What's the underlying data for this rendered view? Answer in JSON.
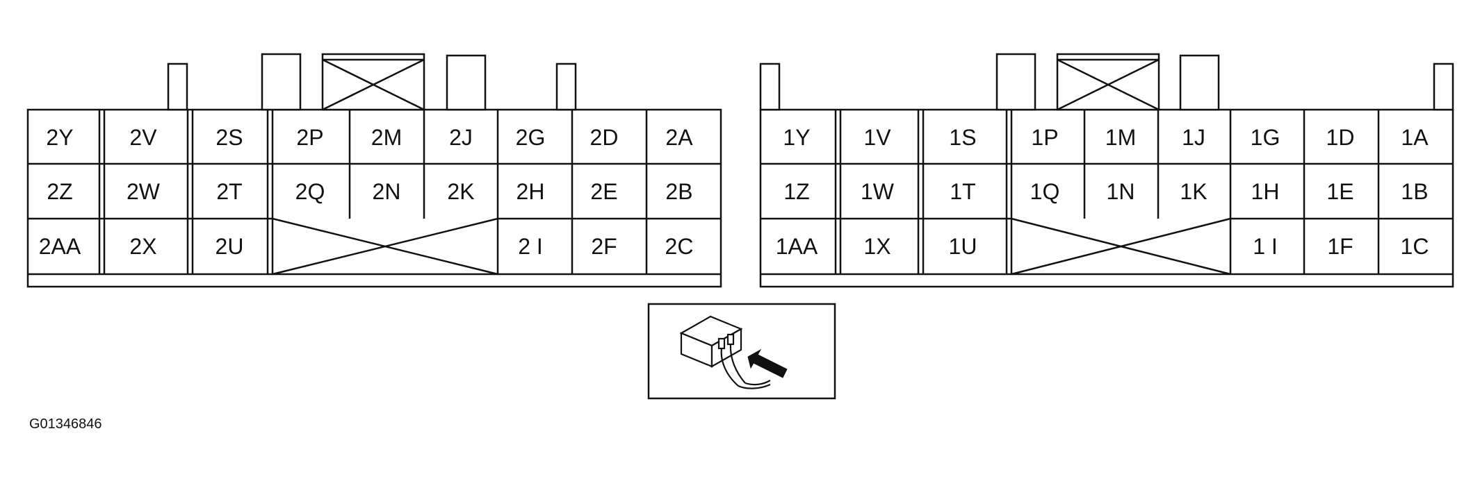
{
  "connector_2": {
    "rows": [
      [
        "2Y",
        "2V",
        "2S",
        "2P",
        "2M",
        "2J",
        "2G",
        "2D",
        "2A"
      ],
      [
        "2Z",
        "2W",
        "2T",
        "2Q",
        "2N",
        "2K",
        "2H",
        "2E",
        "2B"
      ],
      [
        "2AA",
        "2X",
        "2U",
        "",
        "",
        "",
        "2 I",
        "2F",
        "2C"
      ]
    ]
  },
  "connector_1": {
    "rows": [
      [
        "1Y",
        "1V",
        "1S",
        "1P",
        "1M",
        "1J",
        "1G",
        "1D",
        "1A"
      ],
      [
        "1Z",
        "1W",
        "1T",
        "1Q",
        "1N",
        "1K",
        "1H",
        "1E",
        "1B"
      ],
      [
        "1AA",
        "1X",
        "1U",
        "",
        "",
        "",
        "1 I",
        "1F",
        "1C"
      ]
    ]
  },
  "figure_code": "G01346846",
  "icons": {
    "connector_illustration": "connector-harness-side-icon",
    "arrow": "pointer-arrow-icon"
  }
}
